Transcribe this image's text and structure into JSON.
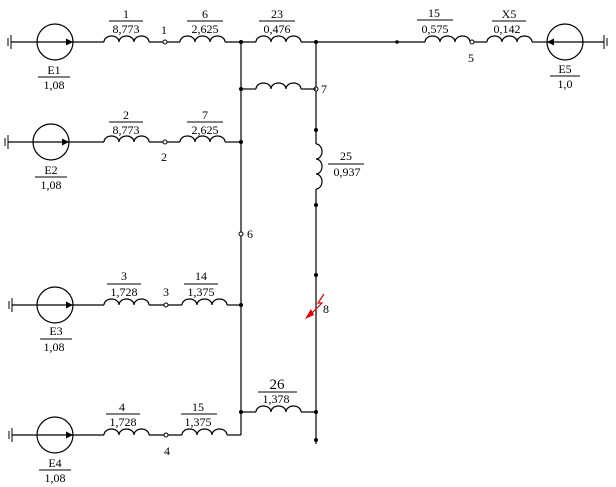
{
  "sources": {
    "e1": {
      "name": "E1",
      "value": "1,08"
    },
    "e2": {
      "name": "E2",
      "value": "1,08"
    },
    "e3": {
      "name": "E3",
      "value": "1,08"
    },
    "e4": {
      "name": "E4",
      "value": "1,08"
    },
    "e5": {
      "name": "E5",
      "value": "1,0"
    }
  },
  "elements": {
    "r1": {
      "num": "1",
      "value": "8,773"
    },
    "r6": {
      "num": "6",
      "value": "2,625"
    },
    "r23": {
      "num": "23",
      "value": "0,476"
    },
    "r15a": {
      "num": "15",
      "value": "0,575"
    },
    "rx5": {
      "num": "X5",
      "value": "0,142"
    },
    "r2": {
      "num": "2",
      "value": "8,773"
    },
    "r7": {
      "num": "7",
      "value": "2,625"
    },
    "r25": {
      "num": "25",
      "value": "0,937"
    },
    "r3": {
      "num": "3",
      "value": "1,728"
    },
    "r14": {
      "num": "14",
      "value": "1,375"
    },
    "r26": {
      "num": "26",
      "value": "1,378"
    },
    "r4": {
      "num": "4",
      "value": "1,728"
    },
    "r15b": {
      "num": "15",
      "value": "1,375"
    }
  },
  "nodes": {
    "n1": "1",
    "n2": "2",
    "n3": "3",
    "n4": "4",
    "n5": "5",
    "n6": "6",
    "n7": "7",
    "n8": "8"
  },
  "colors": {
    "line": "#000000",
    "fault": "#e00000"
  },
  "icons": {
    "fault": "lightning-fault-icon"
  }
}
